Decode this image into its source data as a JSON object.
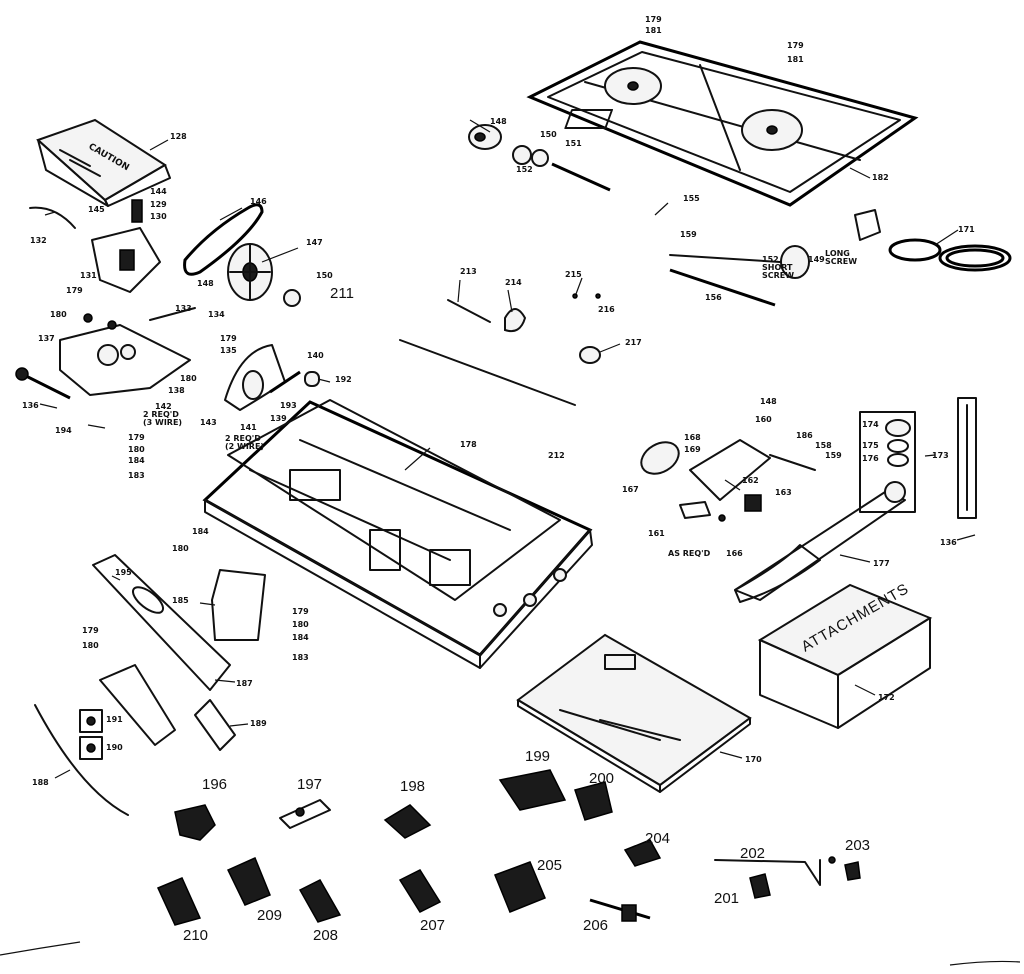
{
  "callouts": {
    "c128": "128",
    "c129": "129",
    "c130": "130",
    "c131": "131",
    "c132": "132",
    "c133": "133",
    "c134": "134",
    "c135": "135",
    "c136a": "136",
    "c136b": "136",
    "c137": "137",
    "c138": "138",
    "c139": "139",
    "c140": "140",
    "c141": "141",
    "c142": "142",
    "c143": "143",
    "c144": "144",
    "c145": "145",
    "c146": "146",
    "c147": "147",
    "c148a": "148",
    "c148b": "148",
    "c149": "149",
    "c150a": "150",
    "c150b": "150",
    "c151": "151",
    "c152": "152",
    "c155": "155",
    "c156": "156",
    "c158": "158",
    "c159a": "159",
    "c159b": "159",
    "c160": "160",
    "c161": "161",
    "c162": "162",
    "c163": "163",
    "c166": "166",
    "c167": "167",
    "c168": "168",
    "c169": "169",
    "c170": "170",
    "c171": "171",
    "c172": "172",
    "c173": "173",
    "c174": "174",
    "c175": "175",
    "c176": "176",
    "c177": "177",
    "c178": "178",
    "c179a": "179",
    "c179b": "179",
    "c179c": "179",
    "c179d": "179",
    "c179e": "179",
    "c179f": "179",
    "c180a": "180",
    "c180b": "180",
    "c180c": "180",
    "c180d": "180",
    "c180e": "180",
    "c181a": "181",
    "c181b": "181",
    "c182": "182",
    "c183a": "183",
    "c183b": "183",
    "c184a": "184",
    "c184b": "184",
    "c184c": "184",
    "c185": "185",
    "c186": "186",
    "c187": "187",
    "c188": "188",
    "c189": "189",
    "c190": "190",
    "c191": "191",
    "c192": "192",
    "c193": "193",
    "c194": "194",
    "c195": "195",
    "c196": "196",
    "c197": "197",
    "c198": "198",
    "c199": "199",
    "c200": "200",
    "c201": "201",
    "c202": "202",
    "c203": "203",
    "c204": "204",
    "c205": "205",
    "c206": "206",
    "c207": "207",
    "c208": "208",
    "c209": "209",
    "c210": "210",
    "c211": "211",
    "c212": "212",
    "c213": "213",
    "c214": "214",
    "c215": "215",
    "c216": "216",
    "c217": "217"
  },
  "notes": {
    "req_2_a": "2 REQ'D",
    "wires_3": "(3 WIRE)",
    "req_2_b": "2 REQ'D",
    "wires_2": "(2 WIRE)",
    "as_reqd": "AS REQ'D",
    "short_screw_num": "152",
    "short_screw_1": "SHORT",
    "short_screw_2": "SCREW",
    "long_screw_1": "LONG",
    "long_screw_2": "SCREW"
  },
  "cover_label": "CAUTION",
  "box_label": "ATTACHMENTS",
  "colors": {
    "ink": "#111111",
    "paper": "#ffffff"
  }
}
